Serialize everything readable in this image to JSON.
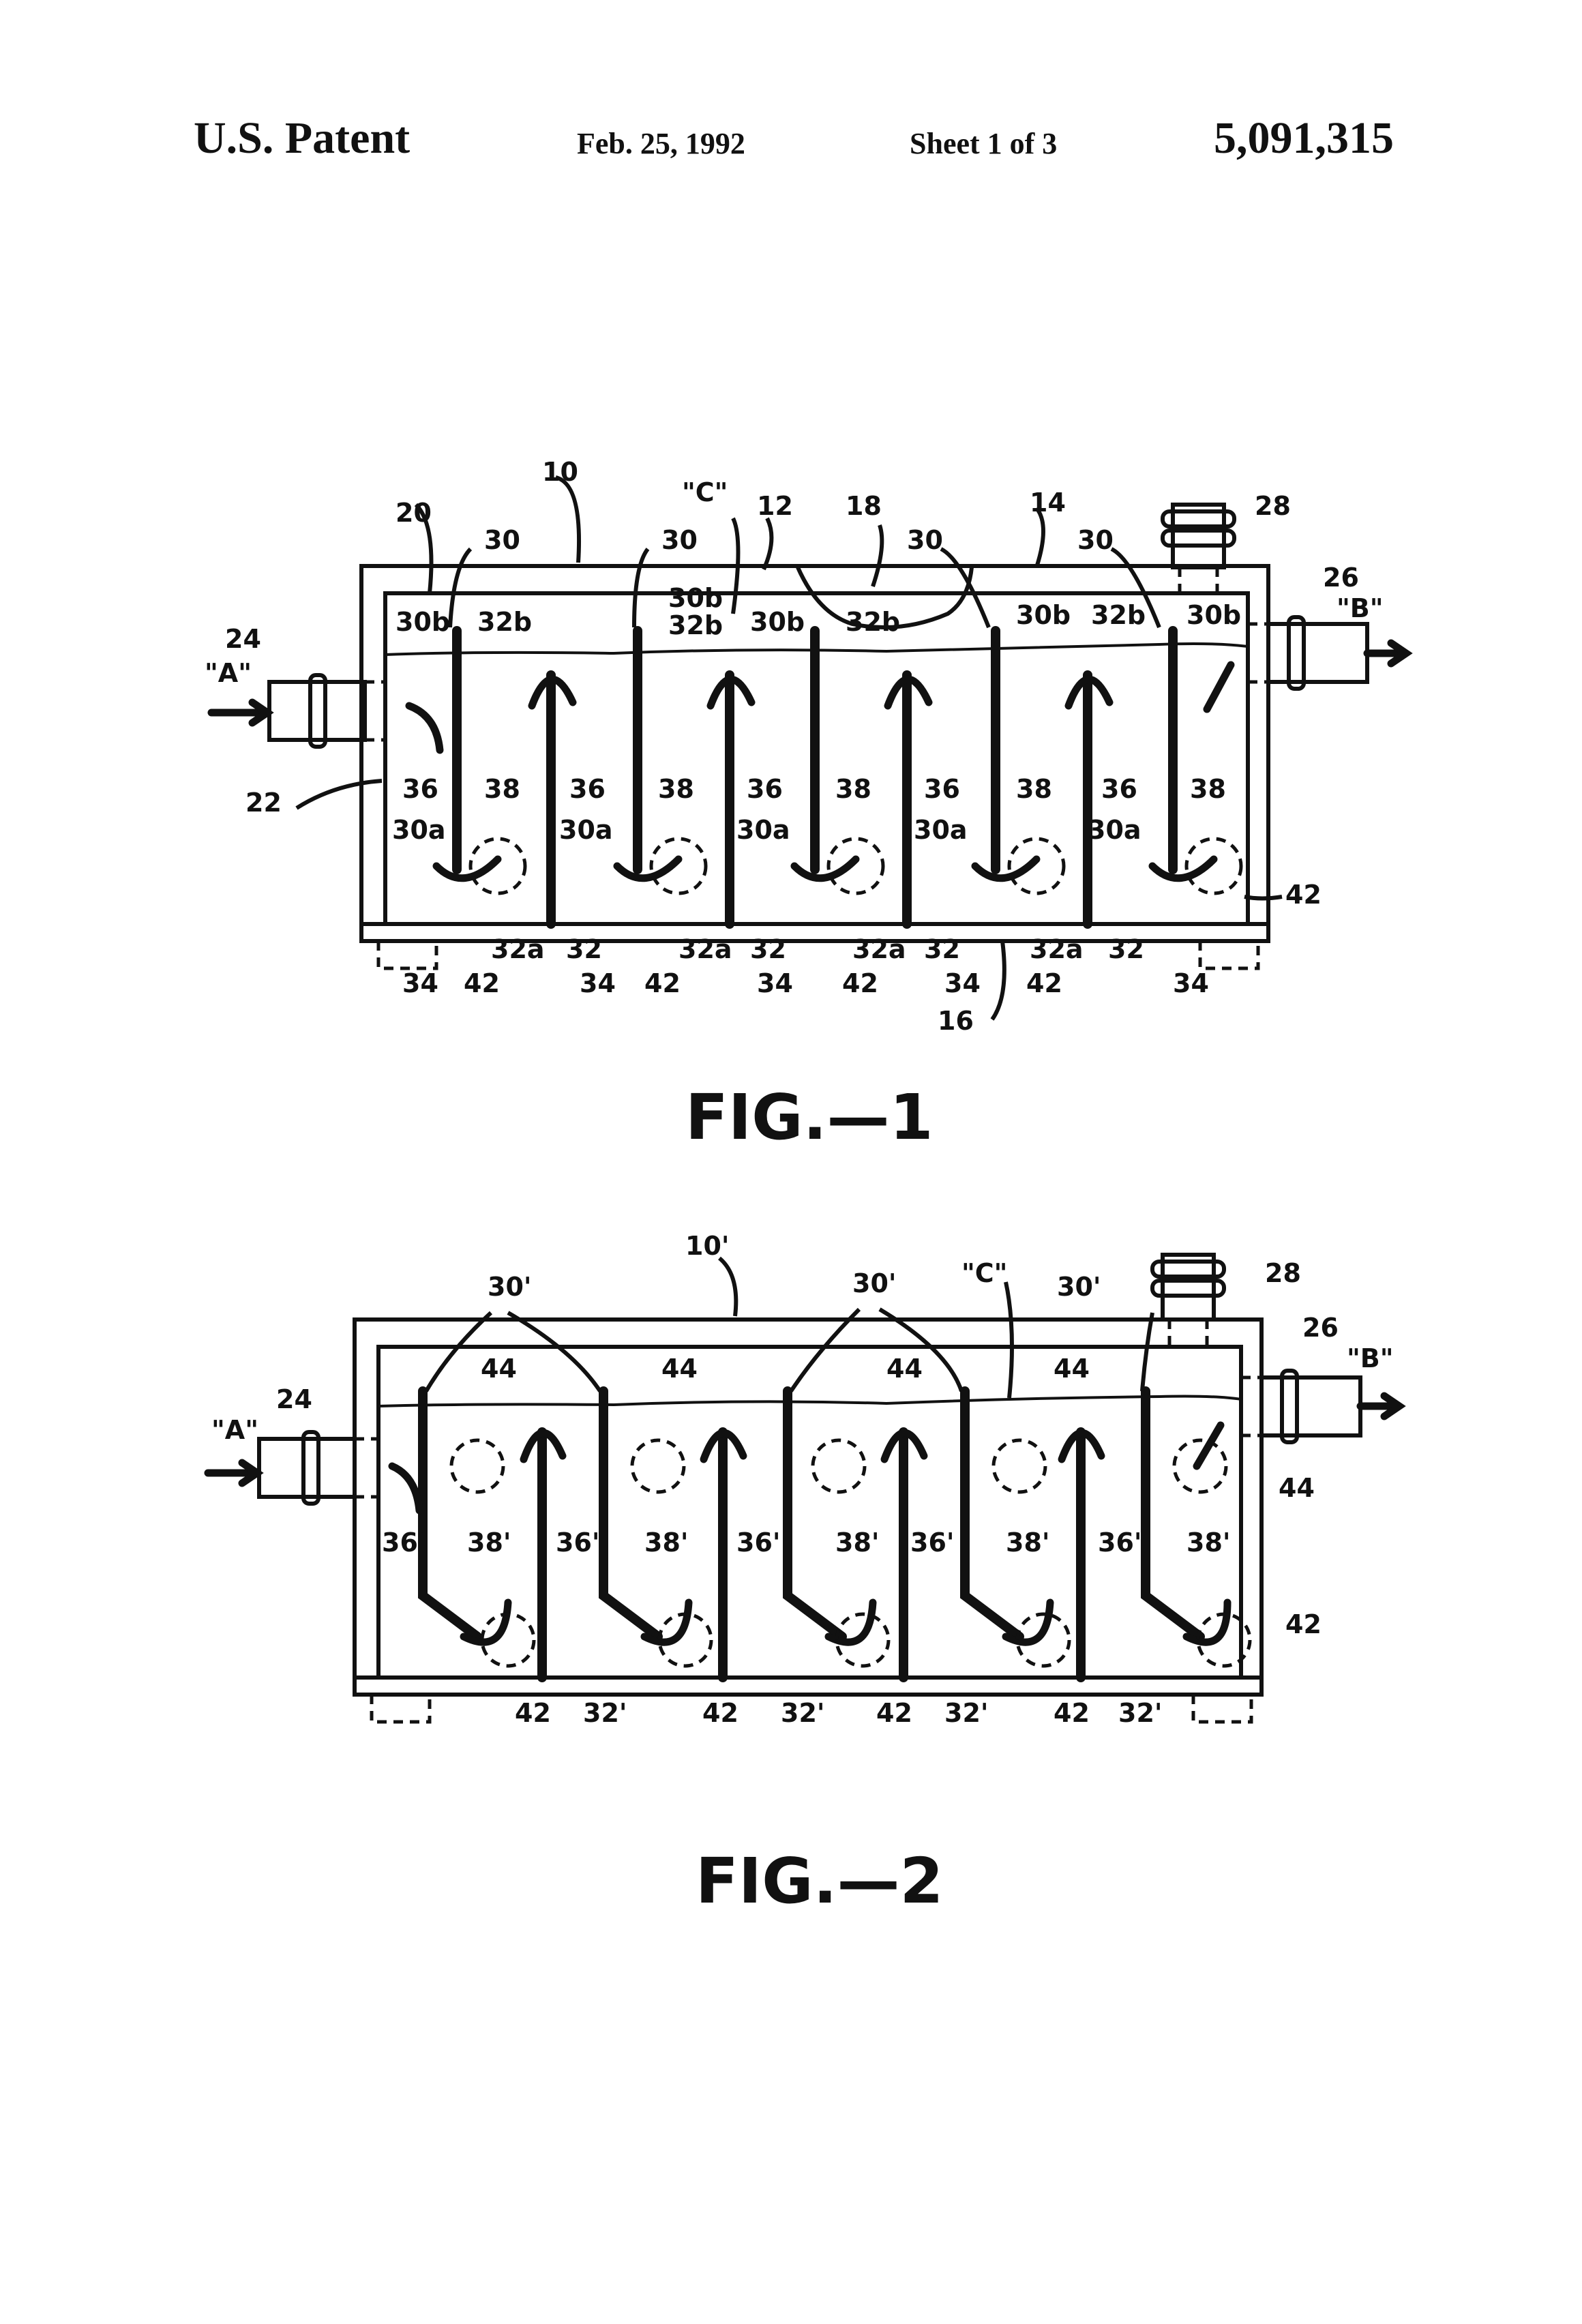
{
  "header": {
    "left": "U.S. Patent",
    "date": "Feb. 25, 1992",
    "sheet": "Sheet 1 of 3",
    "number": "5,091,315"
  },
  "fig1": {
    "title": "FIG.—1",
    "labels": {
      "l10": "10",
      "l12": "12",
      "l14": "14",
      "l16": "16",
      "l18": "18",
      "l20": "20",
      "l22": "22",
      "l24": "24",
      "l26": "26",
      "l28": "28",
      "l30": "30",
      "l30a": "30a",
      "l30b": "30b",
      "l32": "32",
      "l32a": "32a",
      "l32b": "32b",
      "l34": "34",
      "l36": "36",
      "l38": "38",
      "l42": "42",
      "lA": "\"A\"",
      "lB": "\"B\"",
      "lC": "\"C\""
    }
  },
  "fig2": {
    "title": "FIG.—2",
    "labels": {
      "l10p": "10'",
      "l24": "24",
      "l26": "26",
      "l28": "28",
      "l30p": "30'",
      "l32p": "32'",
      "l36p": "36'",
      "l38p": "38'",
      "l42": "42",
      "l44": "44",
      "lA": "\"A\"",
      "lB": "\"B\"",
      "lC": "\"C\""
    }
  }
}
